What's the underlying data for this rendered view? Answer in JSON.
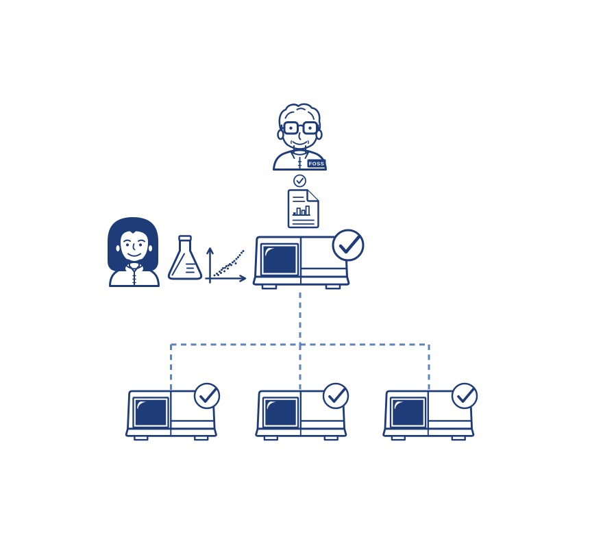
{
  "colors": {
    "outline": "#1e3c78",
    "screen_fill": "#1e3c78",
    "connector": "#5e82ba",
    "background": "#ffffff",
    "badge_text": "#ffffff"
  },
  "expert": {
    "figure": "foss-expert-with-glasses",
    "badge_label": "FOSS"
  },
  "approval": {
    "icon": "check-circle-icon"
  },
  "report": {
    "icon": "document-with-bar-chart-icon"
  },
  "calibration_inputs": {
    "analyst": "lab-analyst-figure",
    "flask": "erlenmeyer-flask-icon",
    "plot": "scatter-plot-icon"
  },
  "master_instrument": {
    "name": "master-analyzer",
    "status_icon": "check-circle-icon"
  },
  "network": {
    "connector_style": "dashed",
    "instruments": [
      {
        "name": "network-analyzer-1",
        "status_icon": "check-circle-icon"
      },
      {
        "name": "network-analyzer-2",
        "status_icon": "check-circle-icon"
      },
      {
        "name": "network-analyzer-3",
        "status_icon": "check-circle-icon"
      }
    ]
  }
}
